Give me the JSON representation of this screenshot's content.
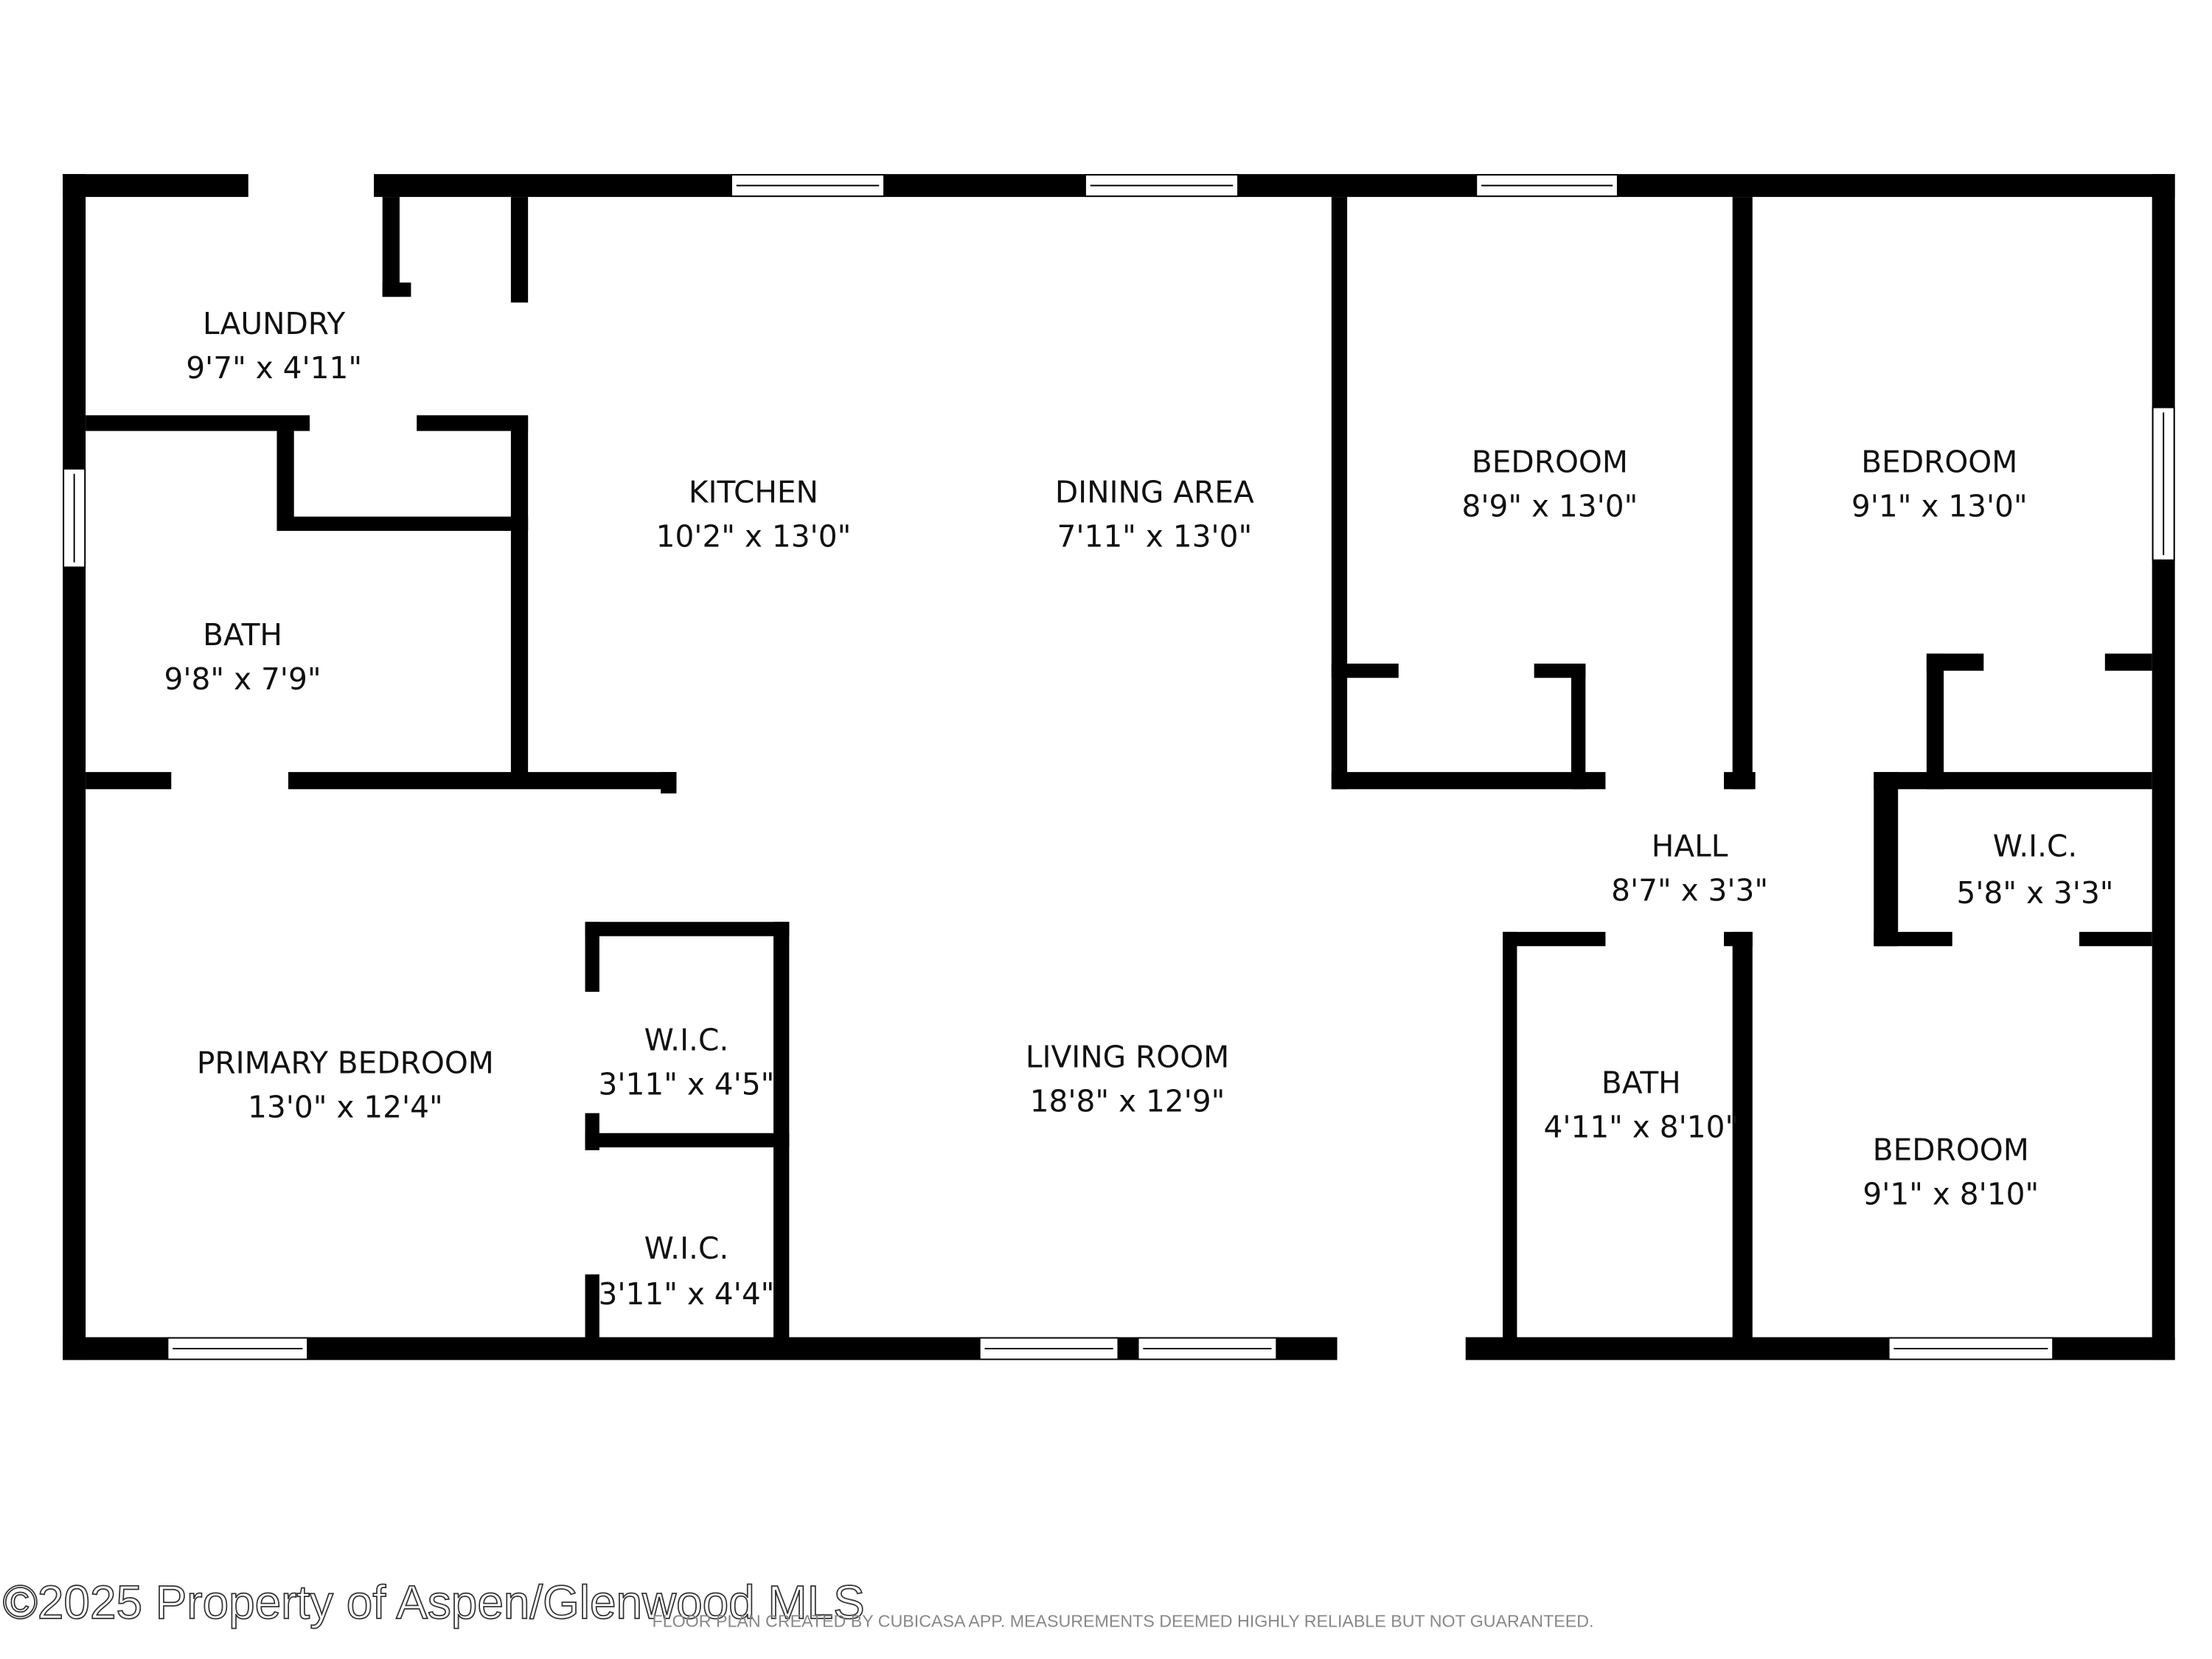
{
  "rooms": [
    {
      "name": "LAUNDRY",
      "size": "9'7\" x 4'11\""
    },
    {
      "name": "BATH",
      "size": "9'8\" x 7'9\""
    },
    {
      "name": "KITCHEN",
      "size": "10'2\" x 13'0\""
    },
    {
      "name": "DINING AREA",
      "size": "7'11\" x 13'0\""
    },
    {
      "name": "BEDROOM",
      "size": "8'9\" x 13'0\""
    },
    {
      "name": "BEDROOM",
      "size": "9'1\" x 13'0\""
    },
    {
      "name": "HALL",
      "size": "8'7\" x 3'3\""
    },
    {
      "name": "W.I.C.",
      "size": "5'8\" x 3'3\""
    },
    {
      "name": "PRIMARY BEDROOM",
      "size": "13'0\" x 12'4\""
    },
    {
      "name": "W.I.C.",
      "size": "3'11\" x 4'5\""
    },
    {
      "name": "W.I.C.",
      "size": "3'11\" x 4'4\""
    },
    {
      "name": "LIVING ROOM",
      "size": "18'8\" x 12'9\""
    },
    {
      "name": "BATH",
      "size": "4'11\" x 8'10\""
    },
    {
      "name": "BEDROOM",
      "size": "9'1\" x 8'10\""
    }
  ],
  "watermark": "©2025 Property of Aspen/Glenwood MLS",
  "caption": "FLOOR PLAN CREATED BY CUBICASA APP. MEASUREMENTS DEEMED HIGHLY RELIABLE BUT NOT GUARANTEED.",
  "colors": {
    "wall": "#000000",
    "background": "#ffffff",
    "text": "#111111"
  }
}
